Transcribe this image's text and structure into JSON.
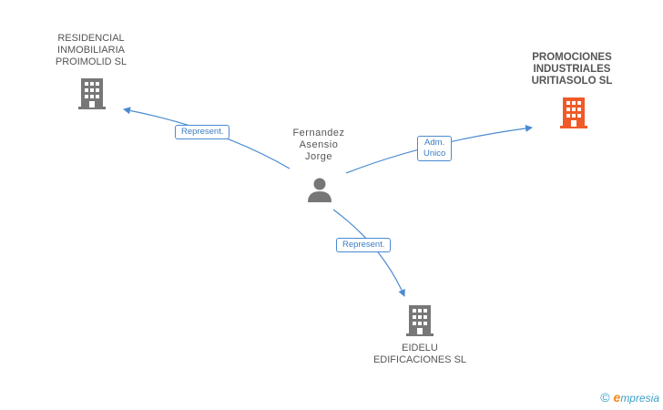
{
  "nodes": {
    "residencial": {
      "lines": [
        "RESIDENCIAL",
        "INMOBILIARIA",
        "PROIMOLID SL"
      ],
      "color": "#777777"
    },
    "promociones": {
      "lines": [
        "PROMOCIONES",
        "INDUSTRIALES",
        "URITIASOLO SL"
      ],
      "color": "#f05a28"
    },
    "person": {
      "lines": [
        "Fernandez",
        "Asensio",
        "Jorge"
      ],
      "color": "#777777"
    },
    "eidelu": {
      "lines": [
        "EIDELU",
        "EDIFICACIONES SL"
      ],
      "color": "#777777"
    }
  },
  "edges": {
    "to_residencial": {
      "label": "Represent."
    },
    "to_promociones": {
      "lines": [
        "Adm.",
        "Unico"
      ]
    },
    "to_eidelu": {
      "label": "Represent."
    }
  },
  "colors": {
    "edge": "#4a8ad0",
    "text": "#555555"
  },
  "footer": {
    "copyright": "©",
    "brand_initial": "e",
    "brand_rest": "mpresia"
  }
}
